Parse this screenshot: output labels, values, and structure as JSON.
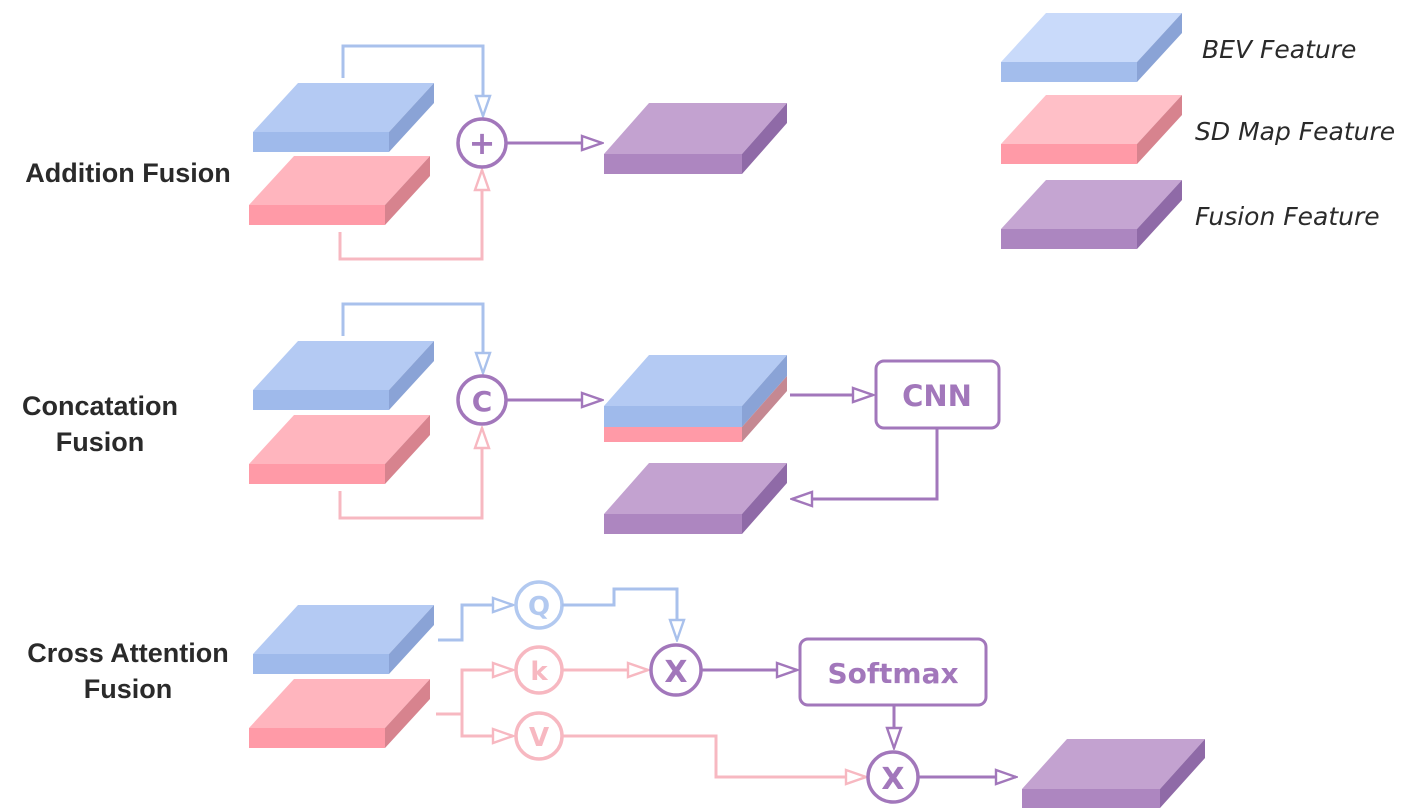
{
  "colors": {
    "bev": "#b1c8f1",
    "sd": "#ffb3bd",
    "fusion": "#c0a1cf",
    "bev_line": "#a9c1ec",
    "sd_line": "#f7b8c1",
    "fusion_line": "#a277bb"
  },
  "legend": {
    "bev": "BEV Feature",
    "sd": "SD Map Feature",
    "fusion": "Fusion Feature"
  },
  "sections": {
    "addition": {
      "title": "Addition Fusion",
      "operator": "+"
    },
    "concatenation": {
      "title_line1": "Concatation",
      "title_line2": "Fusion",
      "operator": "C",
      "cnn_label": "CNN"
    },
    "cross_attention": {
      "title_line1": "Cross Attention",
      "title_line2": "Fusion",
      "q_label": "Q",
      "k_label": "k",
      "v_label": "V",
      "multiply_label": "X",
      "softmax_label": "Softmax"
    }
  }
}
